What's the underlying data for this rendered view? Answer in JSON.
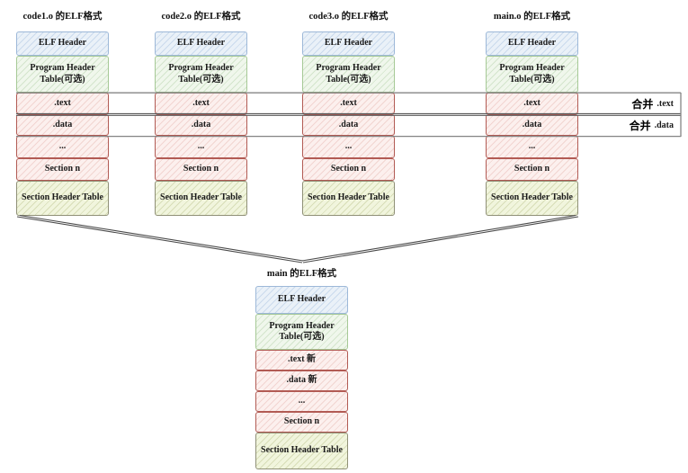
{
  "diagram": {
    "object_files": [
      {
        "title": "code1.o 的ELF格式",
        "sections": [
          "ELF Header",
          "Program Header Table(可选)",
          ".text",
          ".data",
          "...",
          "Section n",
          "Section Header Table"
        ]
      },
      {
        "title": "code2.o 的ELF格式",
        "sections": [
          "ELF Header",
          "Program Header Table(可选)",
          ".text",
          ".data",
          "...",
          "Section n",
          "Section Header Table"
        ]
      },
      {
        "title": "code3.o 的ELF格式",
        "sections": [
          "ELF Header",
          "Program Header Table(可选)",
          ".text",
          ".data",
          "...",
          "Section n",
          "Section Header Table"
        ]
      },
      {
        "title": "main.o 的ELF格式",
        "sections": [
          "ELF Header",
          "Program Header Table(可选)",
          ".text",
          ".data",
          "...",
          "Section n",
          "Section Header Table"
        ]
      }
    ],
    "merge_annotations": [
      {
        "cn": "合并",
        "en": ".text"
      },
      {
        "cn": "合并",
        "en": ".data"
      }
    ],
    "output_file": {
      "title": "main 的ELF格式",
      "sections": [
        "ELF Header",
        "Program Header Table(可选)",
        ".text 新",
        ".data 新",
        "...",
        "Section n",
        "Section Header Table"
      ]
    },
    "colors": {
      "elf_header_fill": "#eaf1f8",
      "program_header_fill": "#f0f7ec",
      "section_fill": "#fcf0ee",
      "section_header_table_fill": "#f1f5dd",
      "section_border": "#b25b54",
      "connector_line": "#777777"
    }
  }
}
